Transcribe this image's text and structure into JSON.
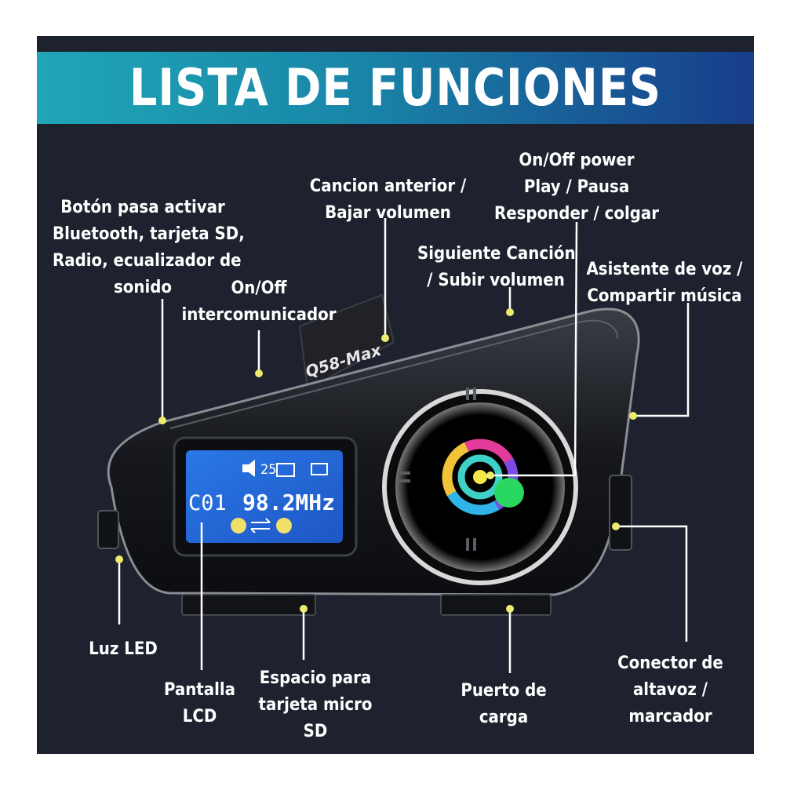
{
  "title": "LISTA DE FUNCIONES",
  "device": {
    "model": "Q58-Max",
    "lcd_channel": "C01",
    "lcd_frequency": "98.2MHz",
    "lcd_volume": "25"
  },
  "labels": {
    "modo": [
      "Botón pasa activar",
      "Bluetooth, tarjeta SD,",
      "Radio, ecualizador de",
      "sonido"
    ],
    "intercom": [
      "On/Off",
      "intercomunicador"
    ],
    "anterior": [
      "Cancion anterior /",
      "Bajar volumen"
    ],
    "power": [
      "On/Off power",
      "Play / Pausa",
      "Responder / colgar"
    ],
    "siguiente": [
      "Siguiente Canción",
      "/ Subir volumen"
    ],
    "asistente": [
      "Asistente de voz /",
      "Compartir música"
    ],
    "led": [
      "Luz LED"
    ],
    "pantalla": [
      "Pantalla",
      "LCD"
    ],
    "sd": [
      "Espacio para",
      "tarjeta micro",
      "SD"
    ],
    "carga": [
      "Puerto de",
      "carga"
    ],
    "conector": [
      "Conector de",
      "altavoz /",
      "marcador"
    ]
  },
  "colors": {
    "background": "#1d222e",
    "title_start": "#1fa6b6",
    "title_end": "#183d8a",
    "callout_dot": "#ecec6e",
    "callout_line": "#ffffff"
  }
}
